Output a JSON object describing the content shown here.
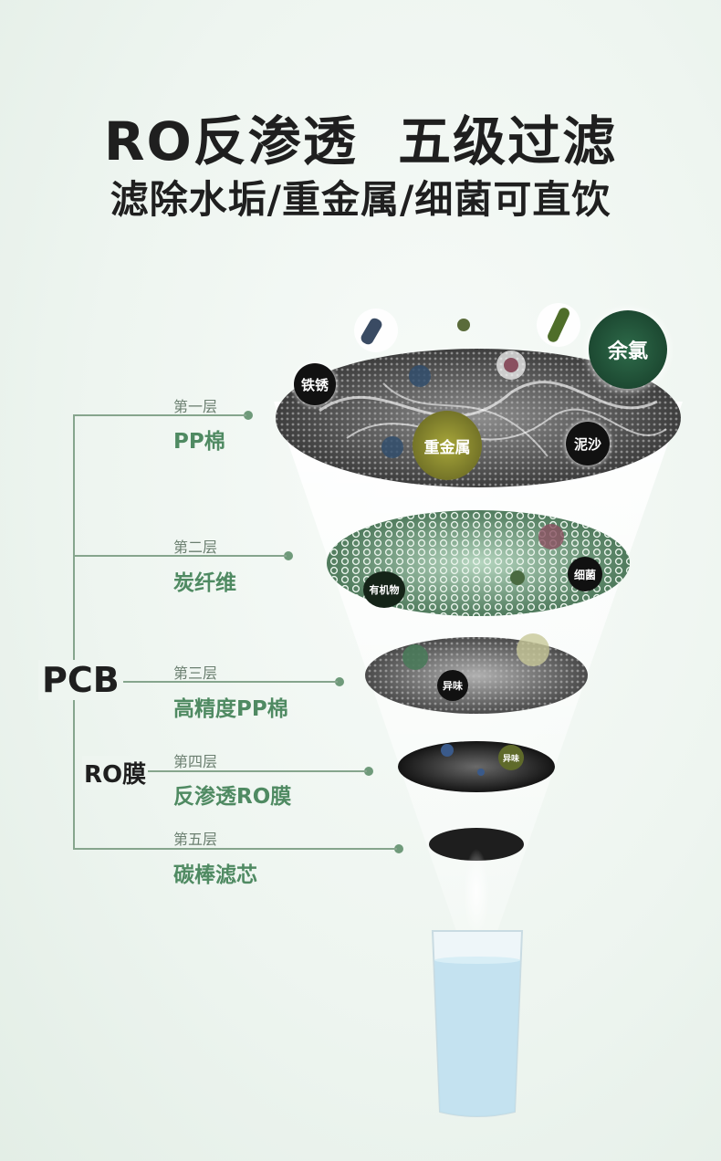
{
  "header": {
    "title": "RO反渗透  五级过滤",
    "subtitle": "滤除水垢/重金属/细菌可直饮"
  },
  "tree": {
    "group_label": "PCB",
    "ro_label": "RO膜",
    "layers": [
      {
        "small": "第一层",
        "name": "PP棉"
      },
      {
        "small": "第二层",
        "name": "炭纤维"
      },
      {
        "small": "第三层",
        "name": "高精度PP棉"
      },
      {
        "small": "第四层",
        "name": "反渗透RO膜"
      },
      {
        "small": "第五层",
        "name": "碳棒滤芯"
      }
    ]
  },
  "contaminants": {
    "rust": "铁锈",
    "chlorine": "余氯",
    "heavy_metal": "重金属",
    "silt": "泥沙",
    "organic": "有机物",
    "bacteria": "细菌",
    "odor_1": "异味",
    "odor_2": "异味"
  },
  "colors": {
    "accent_green": "#4f8a62",
    "line_green": "#86a58d",
    "text_dark": "#1f1f1f"
  }
}
